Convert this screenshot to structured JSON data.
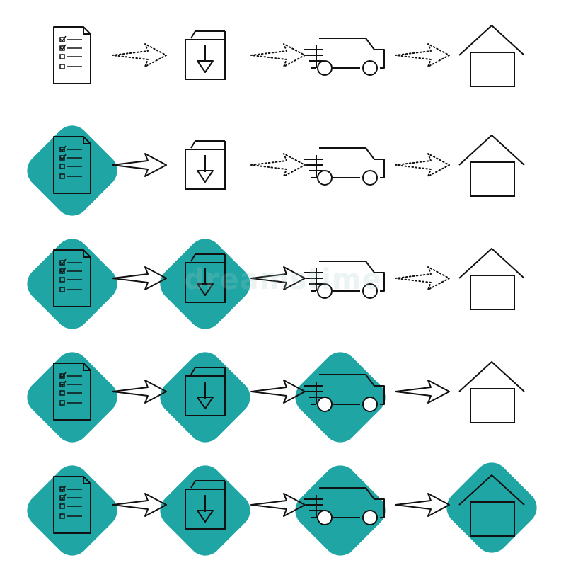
{
  "title": "",
  "colors": {
    "accent": "#1fa6a4",
    "stroke": "#111111",
    "background": "#ffffff"
  },
  "watermark_text": "dreamstime",
  "stages": [
    {
      "icon": "checklist-document-icon"
    },
    {
      "icon": "download-box-icon"
    },
    {
      "icon": "delivery-truck-icon"
    },
    {
      "icon": "house-icon"
    }
  ],
  "rows": [
    {
      "completed_stages": 0
    },
    {
      "completed_stages": 1
    },
    {
      "completed_stages": 2
    },
    {
      "completed_stages": 3
    },
    {
      "completed_stages": 4
    }
  ]
}
